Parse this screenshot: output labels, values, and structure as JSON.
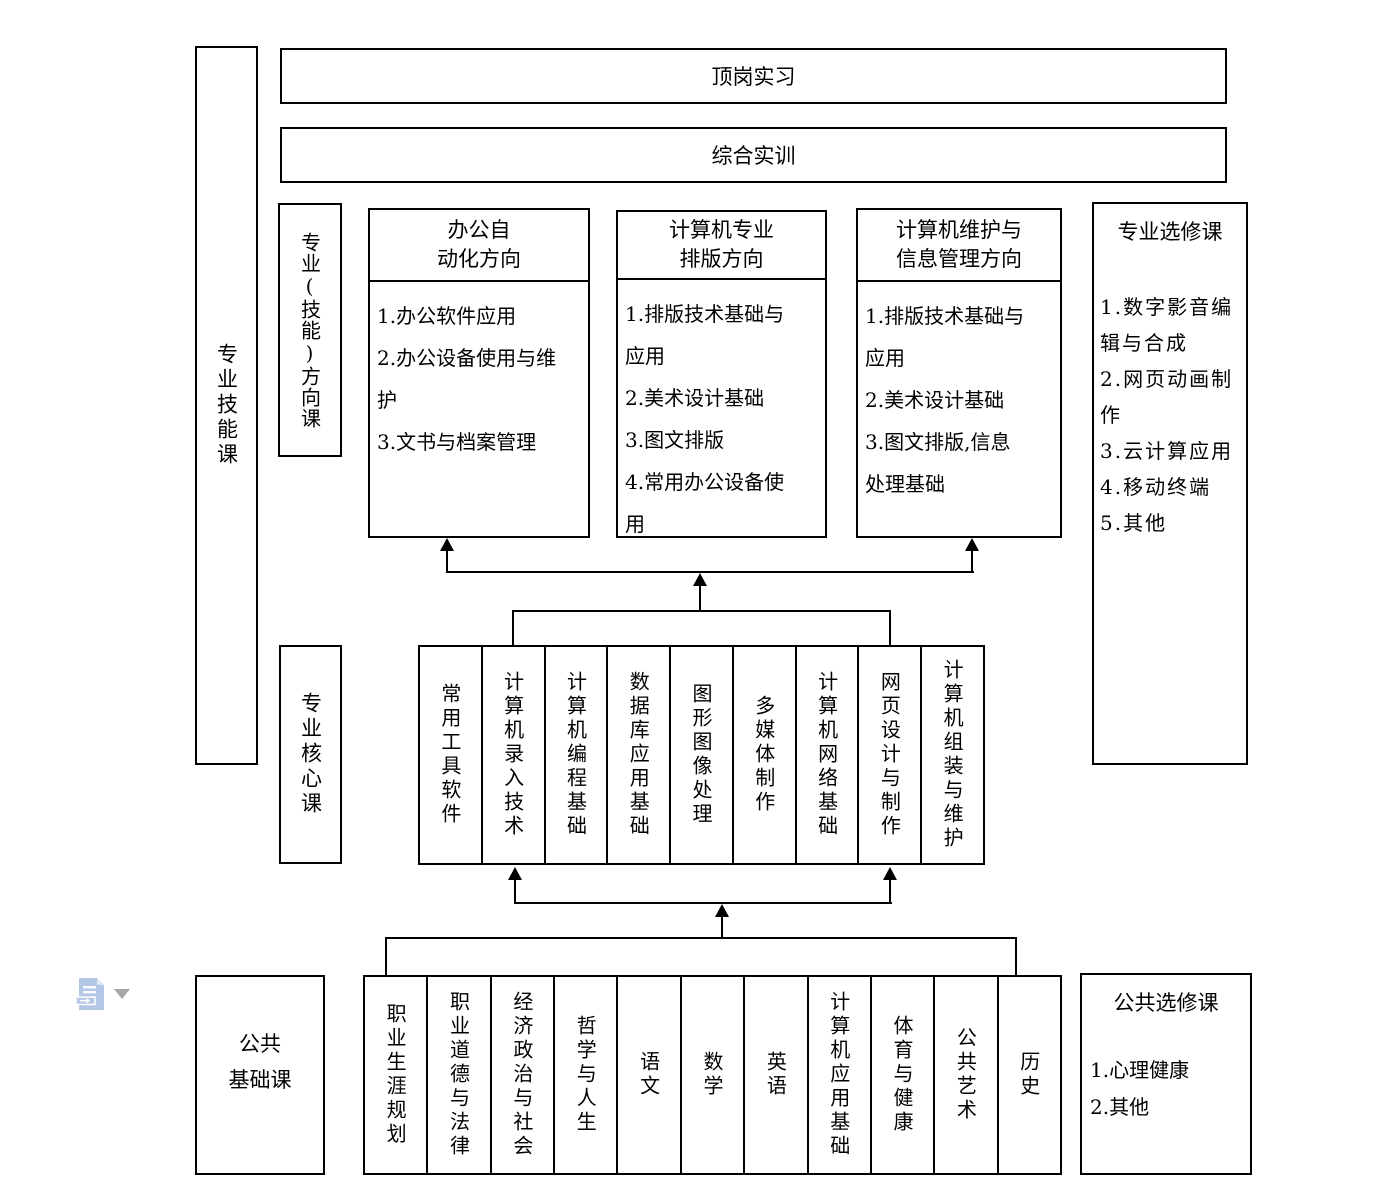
{
  "diagram": {
    "skill_section_label": "专业技能课",
    "top_banners": [
      "顶岗实习",
      "综合实训"
    ],
    "direction_label": "专业(技能)方向课",
    "direction_boxes": [
      {
        "title": "办公自\n动化方向",
        "items": [
          "1.办公软件应用",
          "2.办公设备使用与维\n护",
          "3.文书与档案管理"
        ]
      },
      {
        "title": "计算机专业\n排版方向",
        "items": [
          "1.排版技术基础与\n应用",
          "2.美术设计基础",
          "3.图文排版",
          "4.常用办公设备使\n用"
        ]
      },
      {
        "title": "计算机维护与\n信息管理方向",
        "items": [
          "1.排版技术基础与\n应用",
          "2.美术设计基础",
          "3.图文排版,信息\n处理基础"
        ]
      }
    ],
    "professional_electives": {
      "title": "专业选修课",
      "items": [
        "1.数字影音编\n辑与合成",
        "2.网页动画制\n作",
        "3.云计算应用",
        "4.移动终端",
        "5.其他"
      ]
    },
    "core_label": "专业核心课",
    "core_courses": [
      "常用工具软件",
      "计算机录入技术",
      "计算机编程基础",
      "数据库应用基础",
      "图形图像处理",
      "多媒体制作",
      "计算机网络基础",
      "网页设计与制作",
      "计算机组装与维护"
    ],
    "public_label": "公共\n基础课",
    "public_courses": [
      "职业生涯规划",
      "职业道德与法律",
      "经济政治与社会",
      "哲学与人生",
      "语文",
      "数学",
      "英语",
      "计算机应用基础",
      "体育与健康",
      "公共艺术",
      "历史"
    ],
    "public_electives": {
      "title": "公共选修课",
      "items": [
        "1.心理健康",
        "2.其他"
      ]
    }
  },
  "floating_widget": {
    "icon": "paste-options-document-icon",
    "dropdown_icon": "chevron-down-icon",
    "icon_color": "#b4c7e6",
    "icon_fold_color": "#dce6f4",
    "arrow_color": "#a6a6a6"
  },
  "colors": {
    "line": "#000000",
    "background": "#ffffff"
  }
}
